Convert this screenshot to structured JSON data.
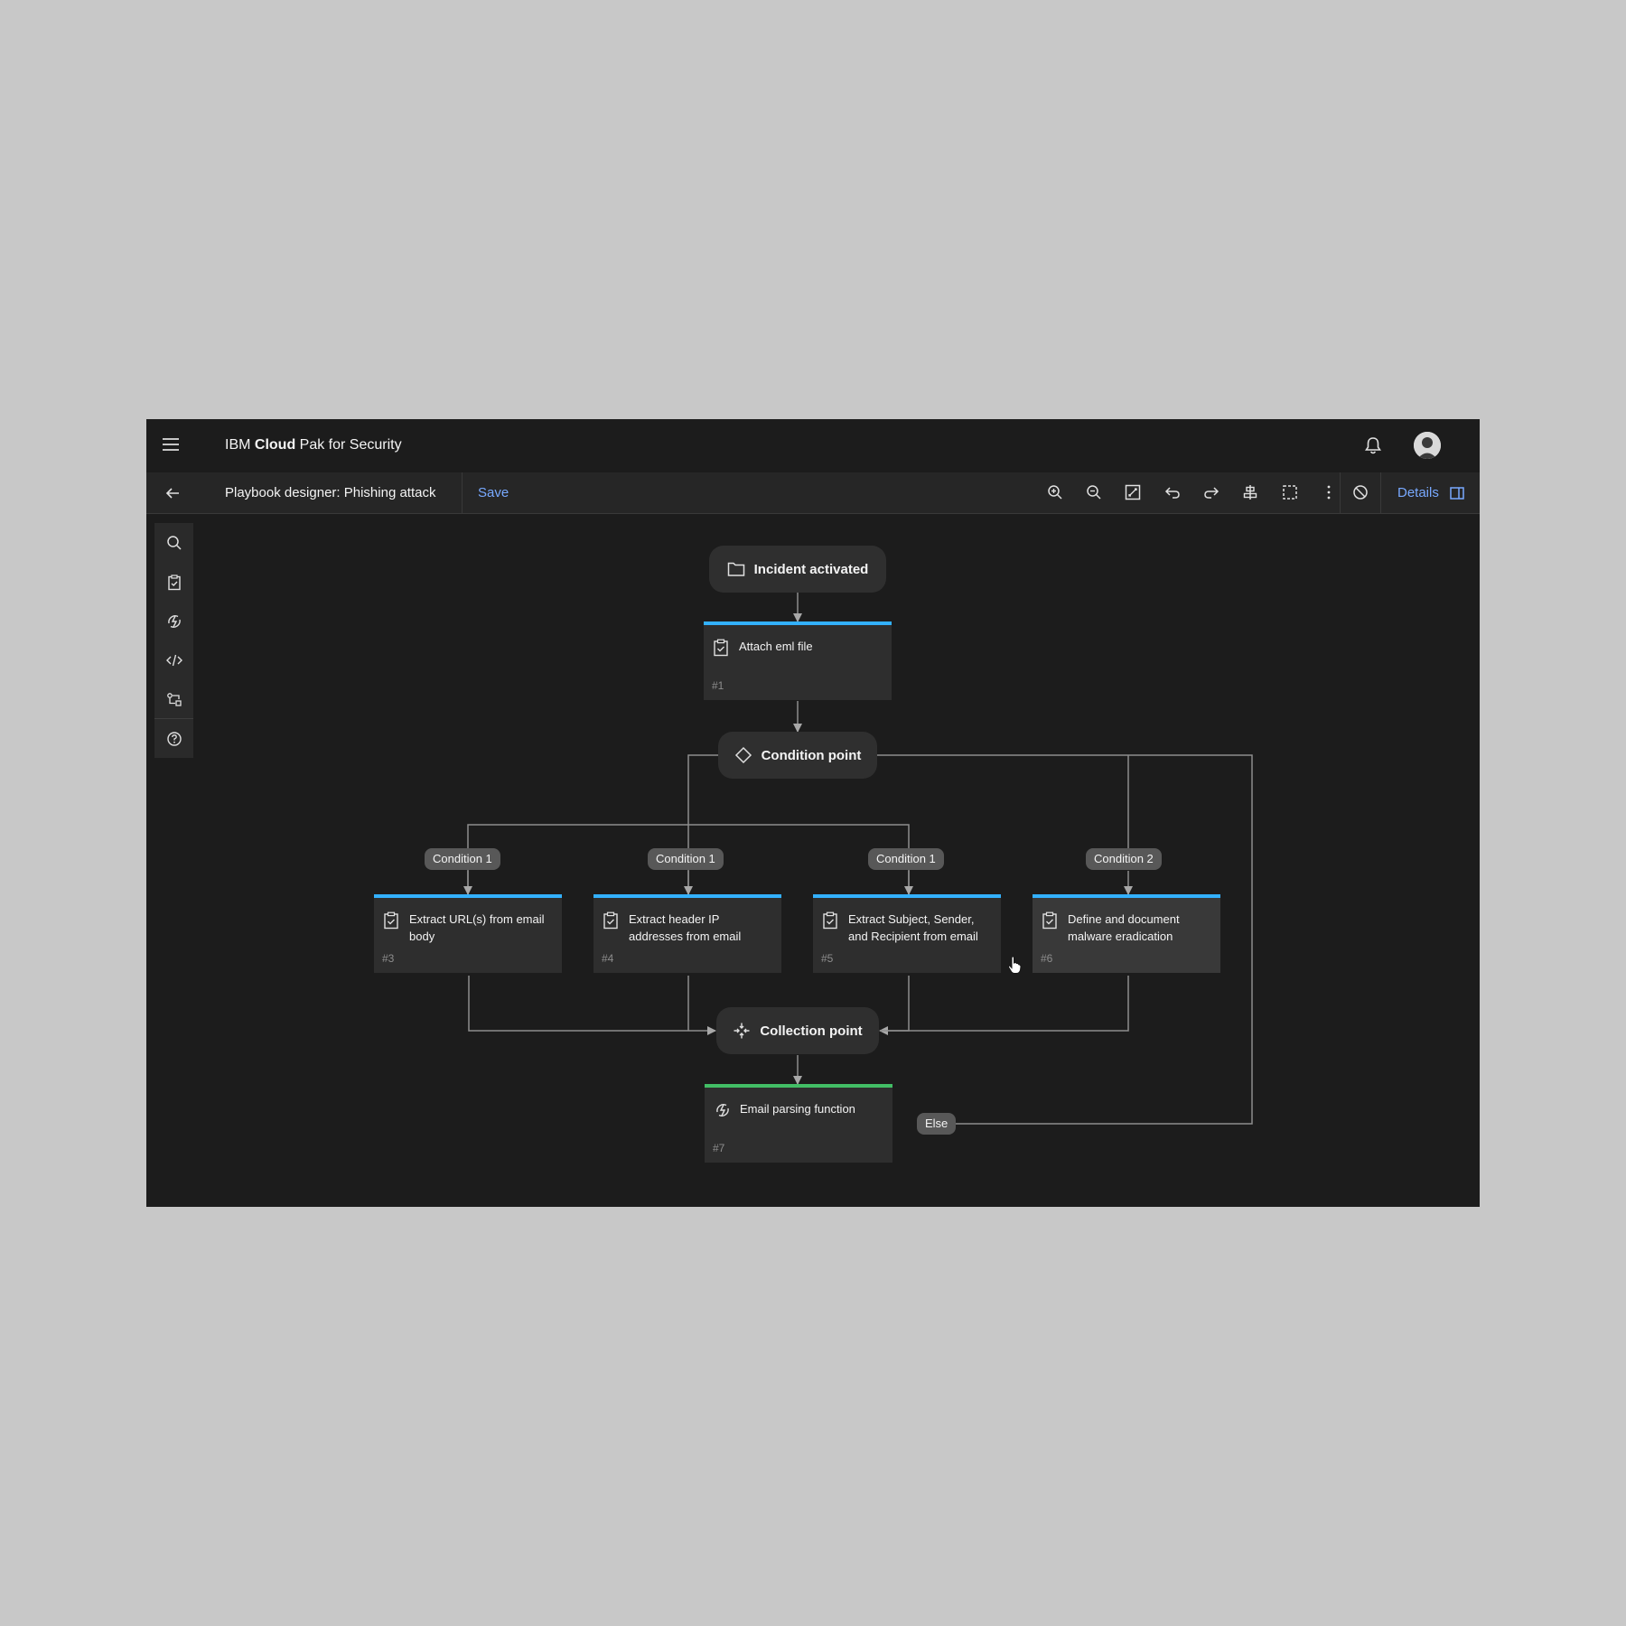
{
  "app": {
    "brand_prefix": "IBM ",
    "brand_bold": "Cloud",
    "brand_suffix": " Pak for Security"
  },
  "toolbar": {
    "playbook_title": "Playbook designer: Phishing attack",
    "save_label": "Save",
    "details_label": "Details",
    "tools": [
      "zoom-in-icon",
      "zoom-out-icon",
      "fit-to-screen-icon",
      "undo-icon",
      "redo-icon",
      "align-icon",
      "select-area-icon",
      "overflow-menu-icon",
      "disable-icon"
    ]
  },
  "sidebar": {
    "items": [
      "search-icon",
      "task-icon",
      "function-icon",
      "script-icon",
      "workflow-icon",
      "help-icon"
    ]
  },
  "flow": {
    "start": {
      "label": "Incident activated"
    },
    "condition_point": {
      "label": "Condition point"
    },
    "collection_point": {
      "label": "Collection point"
    },
    "tasks": [
      {
        "label": "Attach eml file",
        "number": "#1"
      },
      {
        "label": "Extract URL(s)  from email body",
        "number": "#3"
      },
      {
        "label": "Extract header IP addresses from email",
        "number": "#4"
      },
      {
        "label": "Extract Subject, Sender, and Recipient from email",
        "number": "#5"
      },
      {
        "label": "Define and document malware eradication",
        "number": "#6"
      },
      {
        "label": "Email parsing function",
        "number": "#7"
      }
    ],
    "conditions": [
      "Condition 1",
      "Condition 1",
      "Condition 1",
      "Condition 2"
    ],
    "else_label": "Else"
  },
  "colors": {
    "accent_link": "#78a9ff",
    "task_bar": "#33b1ff",
    "function_bar": "#42be65",
    "canvas": "#1c1c1c"
  }
}
